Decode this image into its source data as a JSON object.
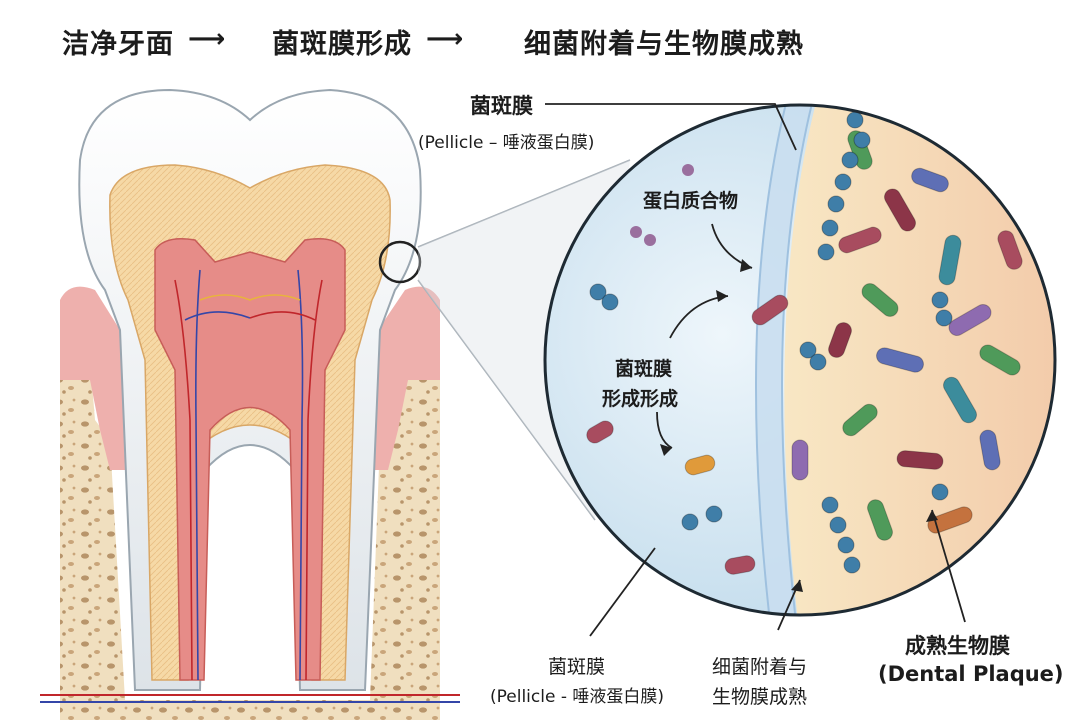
{
  "flow": {
    "step1": "洁净牙面",
    "step2": "菌斑膜形成",
    "step3": "细菌附着与生物膜成熟",
    "arrow": "⟶"
  },
  "labels": {
    "pellicle_title": "菌斑膜",
    "pellicle_sub": "(Pellicle – 唾液蛋白膜)",
    "protein_complex": "蛋白质合物",
    "formation_line1": "菌斑膜",
    "formation_line2": "形成形成",
    "bottom_pellicle_line1": "菌斑膜",
    "bottom_pellicle_line2": "(Pellicle - 唾液蛋白膜)",
    "adhesion_line1": "细菌附着与",
    "adhesion_line2": "生物膜成熟",
    "mature_line1": "成熟生物膜",
    "mature_line2": "(Dental Plaque)"
  },
  "colors": {
    "enamel": "#f1f3f5",
    "dentin": "#f6d9a6",
    "pulp": "#e68c88",
    "gum": "#eeb0ad",
    "bone": "#f0dfbf",
    "saliva": "#d4e8f4",
    "plaque": "#f7dfba",
    "ink": "#1c1c1c"
  }
}
